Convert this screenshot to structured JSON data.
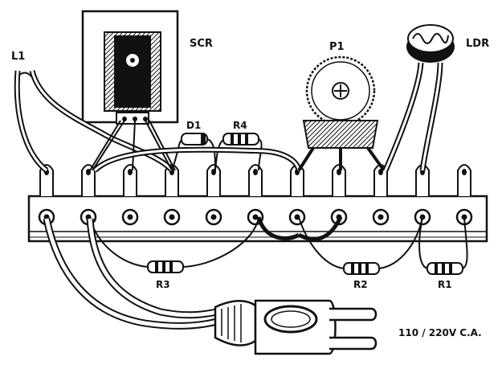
{
  "labels": {
    "l1": "L1",
    "scr": "SCR",
    "p1": "P1",
    "ldr": "LDR",
    "d1": "D1",
    "r4": "R4",
    "r3": "R3",
    "r2": "R2",
    "r1": "R1",
    "supply": "110 / 220V C.A."
  },
  "terminal_strip": {
    "lugs": 11
  },
  "colors": {
    "ink": "#111111",
    "paper": "#ffffff",
    "hatch": "#222222"
  }
}
